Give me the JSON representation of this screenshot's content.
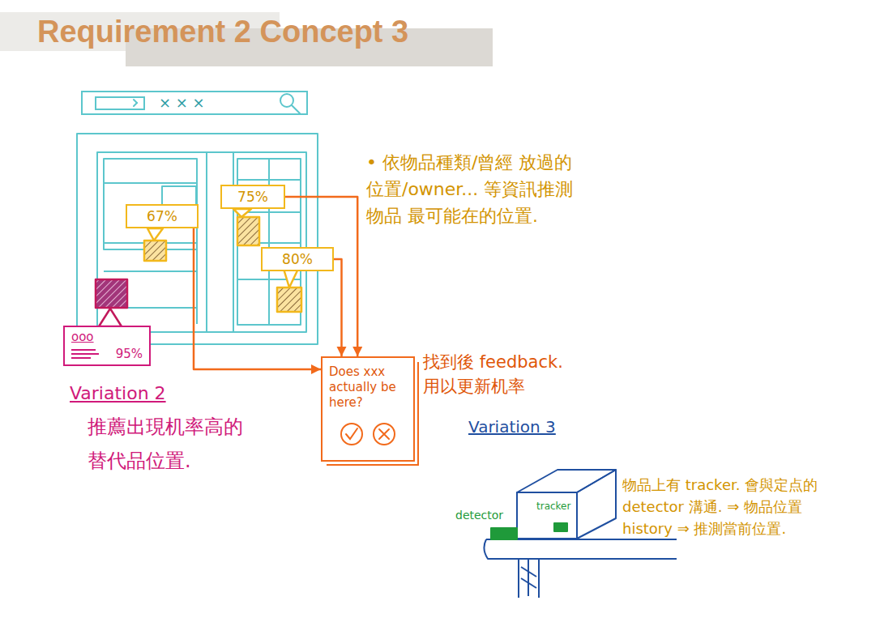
{
  "diagram": {
    "title": "Requirement 2 Concept 3",
    "nodes": [
      {
        "text": [
          "× × ×"
        ]
      },
      {
        "text": [
          "75%"
        ]
      },
      {
        "text": [
          "67%"
        ]
      },
      {
        "text": [
          "80%"
        ]
      },
      {
        "text": [
          "ooo",
          "95%"
        ]
      },
      {
        "text": [
          "Does xxx actually be here?"
        ]
      }
    ],
    "edges": [
      {
        "from": 1,
        "to": 5,
        "arrow": "to"
      },
      {
        "from": 3,
        "to": 5,
        "arrow": "to"
      },
      {
        "from": 2,
        "to": 5,
        "arrow": "to"
      }
    ],
    "labels": [
      "• 依物品種類/曾經 放過的位置/owner... 等資訊推測物品 最可能在的位置.",
      "找到後 feedback. 用以更新机率",
      "Variation 2",
      "推薦出現机率高的 替代品位置.",
      "Variation 3",
      "detector",
      "tracker",
      "物品上有 tracker. 會與定点的 detector 溝通. ⇒ 物品位置 history ⇒ 推測當前位置."
    ]
  }
}
